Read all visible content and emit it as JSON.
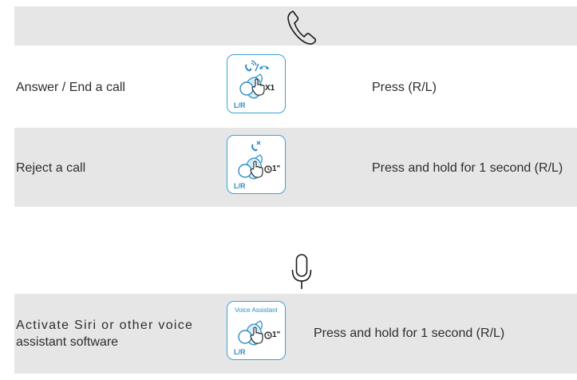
{
  "calls_section": {
    "icon": "phone-handset-icon",
    "rows": [
      {
        "label": "Answer / End a call",
        "icon_tag": "L/R",
        "icon_gesture": "X1",
        "action": "Press (R/L)"
      },
      {
        "label": "Reject a call",
        "icon_tag": "L/R",
        "icon_gesture": "1\"",
        "action": "Press and hold for 1 second (R/L)"
      }
    ]
  },
  "voice_section": {
    "icon": "microphone-icon",
    "rows": [
      {
        "label_line1": "Activate Siri or other voice",
        "label_line2": "assistant software",
        "icon_title": "Voice Assistant",
        "icon_tag": "L/R",
        "icon_gesture": "1\"",
        "action": "Press and hold for 1 second (R/L)"
      }
    ]
  },
  "colors": {
    "band": "#e6e6e6",
    "accent": "#3aa3d6"
  }
}
